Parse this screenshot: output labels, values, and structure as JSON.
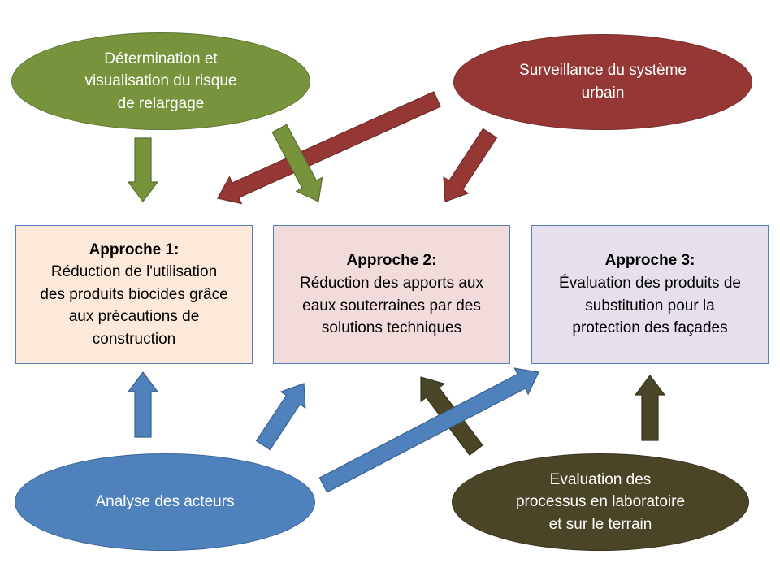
{
  "ellipses": {
    "risk": {
      "label": "Détermination et\nvisualisation du risque\nde relargage",
      "color": "#77933c",
      "border": "#5e7530"
    },
    "surveillance": {
      "label": "Surveillance du système\nurbain",
      "color": "#953735",
      "border": "#772c2a"
    },
    "actors": {
      "label": "Analyse des acteurs",
      "color": "#4f81bd",
      "border": "#3a6596"
    },
    "evaluation": {
      "label": "Evaluation des\nprocessus en laboratoire\net sur le terrain",
      "color": "#4a4526",
      "border": "#36321c"
    }
  },
  "boxes": {
    "approach1": {
      "title": "Approche 1:",
      "body": "Réduction de l'utilisation\ndes produits biocides grâce\naux précautions de\nconstruction",
      "fill": "#fde9d9",
      "border": "#4f81bd"
    },
    "approach2": {
      "title": "Approche 2:",
      "body": "Réduction des apports aux\neaux souterraines par des\nsolutions techniques",
      "fill": "#f2dcdb",
      "border": "#4f81bd"
    },
    "approach3": {
      "title": "Approche 3:",
      "body": "Évaluation des produits de\nsubstitution pour la\nprotection des façades",
      "fill": "#e5e0ec",
      "border": "#4f81bd"
    }
  }
}
